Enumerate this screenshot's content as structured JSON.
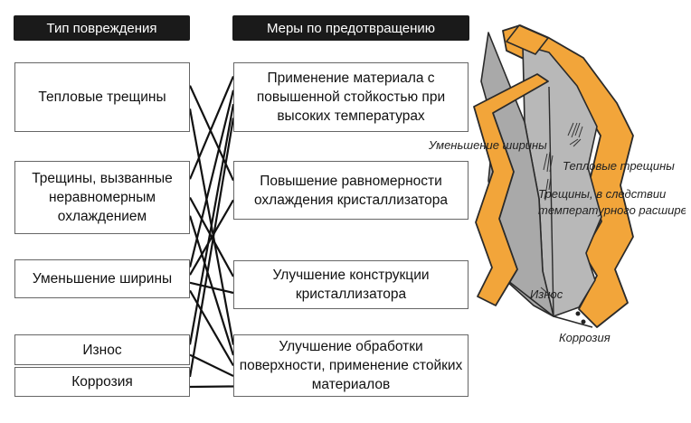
{
  "headers": {
    "left": "Тип повреждения",
    "right": "Меры по предотвращению"
  },
  "damage_types": [
    "Тепловые трещины",
    "Трещины, вызванные неравномерным охлаждением",
    "Уменьшение ширины",
    "Износ",
    "Коррозия"
  ],
  "measures": [
    "Применение материала с повышенной стойкостью при высоких температурах",
    "Повышение равномерности охлаждения кристаллизатора",
    "Улучшение конструкции кристаллизатора",
    "Улучшение обработки поверхности, применение стойких материалов"
  ],
  "connections": [
    [
      0,
      1
    ],
    [
      0,
      3
    ],
    [
      1,
      0
    ],
    [
      1,
      2
    ],
    [
      1,
      3
    ],
    [
      2,
      0
    ],
    [
      2,
      1
    ],
    [
      2,
      2
    ],
    [
      2,
      3
    ],
    [
      3,
      0
    ],
    [
      3,
      3
    ],
    [
      4,
      0
    ],
    [
      4,
      3
    ]
  ],
  "illustration_labels": {
    "width_reduction": "Уменьшение ширины",
    "thermal_cracks": "Тепловые трещины",
    "expansion_cracks_line1": "Трещины, в следствии",
    "expansion_cracks_line2": "температурного расширения",
    "wear": "Износ",
    "corrosion": "Коррозия"
  },
  "colors": {
    "header_bg": "#1a1a1a",
    "copper": "#f2a53a",
    "steel": "#b3b3b3"
  }
}
